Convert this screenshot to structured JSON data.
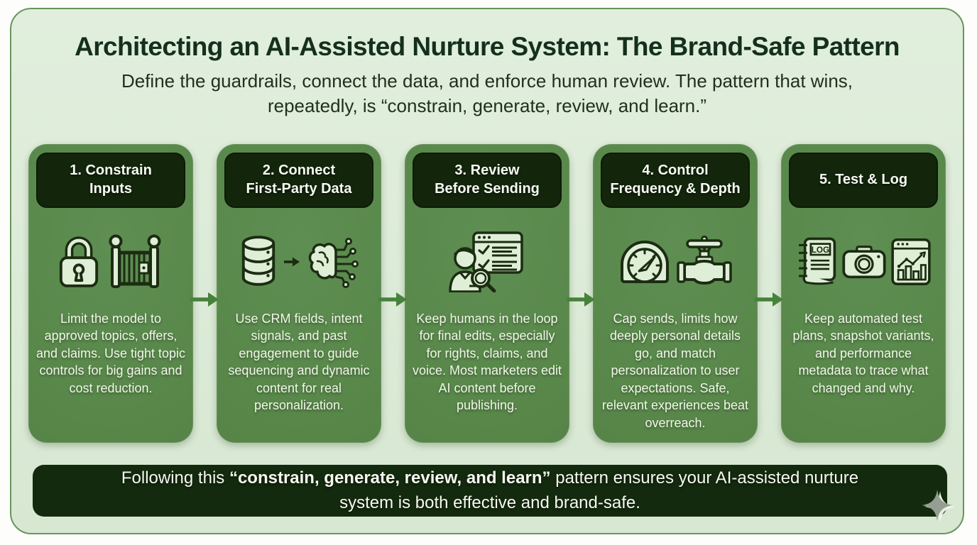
{
  "header": {
    "title": "Architecting an AI-Assisted Nurture System: The Brand-Safe Pattern",
    "subtitle_line1": "Define the guardrails, connect the data, and enforce human review. The pattern that wins,",
    "subtitle_line2": "repeatedly, is “constrain, generate, review, and learn.”"
  },
  "cards": [
    {
      "step": "1",
      "title_line1": "1. Constrain",
      "title_line2": "Inputs",
      "body": "Limit the model to approved topics, offers, and claims. Use tight topic controls for big gains and cost reduction.",
      "icons": [
        "padlock-icon",
        "fence-gate-icon"
      ]
    },
    {
      "step": "2",
      "title_line1": "2. Connect",
      "title_line2": "First-Party Data",
      "body": "Use CRM fields, intent signals, and past engagement to guide sequencing and dynamic content for real personalization.",
      "icons": [
        "database-icon",
        "flow-arrow-icon",
        "ai-brain-circuit-icon"
      ]
    },
    {
      "step": "3",
      "title_line1": "3. Review",
      "title_line2": "Before Sending",
      "body": "Keep humans in the loop for final edits, especially for rights, claims, and voice. Most marketers edit AI content before publishing.",
      "icons": [
        "reviewer-person-icon",
        "checklist-window-icon",
        "magnifier-icon"
      ]
    },
    {
      "step": "4",
      "title_line1": "4. Control",
      "title_line2": "Frequency & Depth",
      "body": "Cap sends, limits how deeply personal details go, and match personalization to user expectations. Safe, relevant experiences beat overreach.",
      "icons": [
        "gauge-icon",
        "valve-icon"
      ]
    },
    {
      "step": "5",
      "title_line1": "5. Test & Log",
      "body": "Keep automated test plans, snapshot variants, and performance metadata to trace what changed and why.",
      "icons": [
        "log-book-icon",
        "camera-icon",
        "analytics-window-icon"
      ],
      "log_label": "LOG"
    }
  ],
  "footer": {
    "line1_prefix": "Following this ",
    "line1_bold": "“constrain, generate, review, and learn”",
    "line1_suffix": " pattern ensures your AI-assisted nurture",
    "line2": "system is both effective and brand-safe."
  },
  "colors": {
    "panel_bg": "#dcebd7",
    "panel_border": "#68955d",
    "card_bg": "#588649",
    "step_header_bg": "#13260c",
    "banner_bg": "#142a0e",
    "arrow": "#47823b",
    "title_text": "#14301d",
    "card_text": "#f2f7ea",
    "icon_fill": "#dfeed6",
    "icon_stroke": "#1b2c12",
    "sparkle": "#949e93"
  }
}
